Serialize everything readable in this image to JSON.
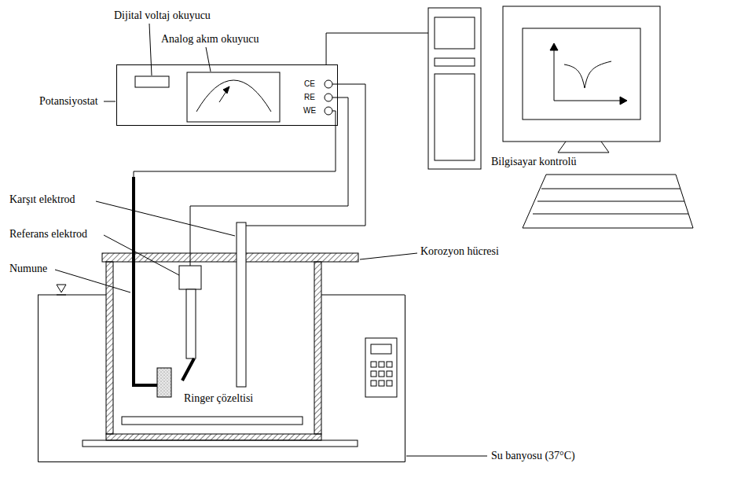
{
  "diagram": {
    "nodes": [
      {
        "text": [
          "Potansiyostat"
        ]
      },
      {
        "text": [
          "Bilgisayar kontrolü"
        ]
      },
      {
        "text": [
          "Su banyosu (37°C)"
        ]
      },
      {
        "text": [
          "Korozyon hücresi",
          "Ringer çözeltisi"
        ],
        "in": 2
      }
    ],
    "edges": [
      {
        "from": 0,
        "to": 1,
        "arrow": "none"
      }
    ],
    "labels": [
      "Dijital voltaj okuyucu",
      "Analog akım okuyucu",
      "CE",
      "RE",
      "WE",
      "Karşıt elektrod",
      "Referans elektrod",
      "Numune"
    ]
  }
}
